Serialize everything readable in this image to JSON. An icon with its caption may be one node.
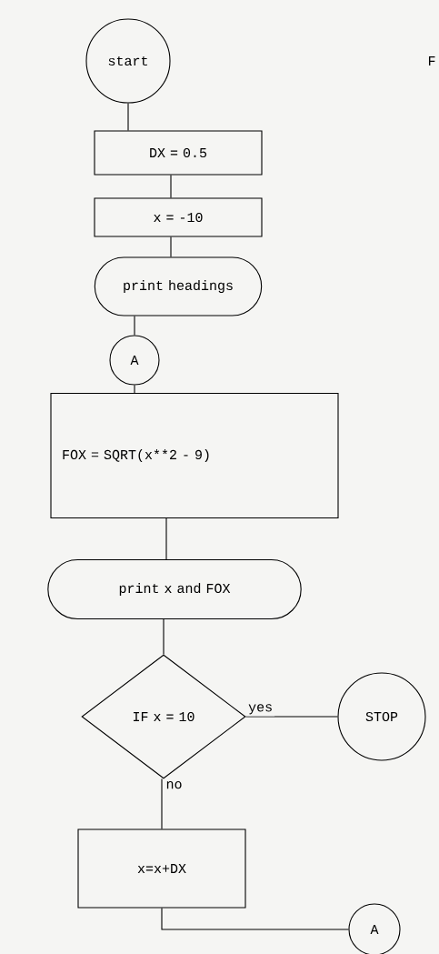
{
  "diagram": {
    "nodes": [
      {
        "text": [
          "start"
        ]
      },
      {
        "text": [
          "DX = 0.5"
        ]
      },
      {
        "text": [
          "x = -10"
        ]
      },
      {
        "text": [
          "print headings"
        ]
      },
      {
        "text": [
          "A"
        ]
      },
      {
        "text": [
          "FOX = SQRT(x**2 - 9)"
        ]
      },
      {
        "text": [
          "print x and FOX"
        ]
      },
      {
        "text": [
          "IF x = 10"
        ]
      },
      {
        "text": [
          "STOP"
        ]
      },
      {
        "text": [
          "x=x+DX"
        ]
      },
      {
        "text": [
          "A"
        ]
      }
    ],
    "edges": [
      {
        "from": 0,
        "to": 1,
        "arrow": "none"
      },
      {
        "from": 1,
        "to": 2,
        "arrow": "none"
      },
      {
        "from": 2,
        "to": 3,
        "arrow": "none"
      },
      {
        "from": 3,
        "to": 4,
        "arrow": "none"
      },
      {
        "from": 4,
        "to": 5,
        "arrow": "none"
      },
      {
        "from": 5,
        "to": 6,
        "arrow": "none"
      },
      {
        "from": 6,
        "to": 7,
        "arrow": "none"
      },
      {
        "from": 7,
        "to": 8,
        "arrow": "none",
        "label": "yes"
      },
      {
        "from": 7,
        "to": 9,
        "arrow": "none",
        "label": "no"
      },
      {
        "from": 9,
        "to": 10,
        "arrow": "none"
      }
    ],
    "labels": [
      "F"
    ]
  }
}
